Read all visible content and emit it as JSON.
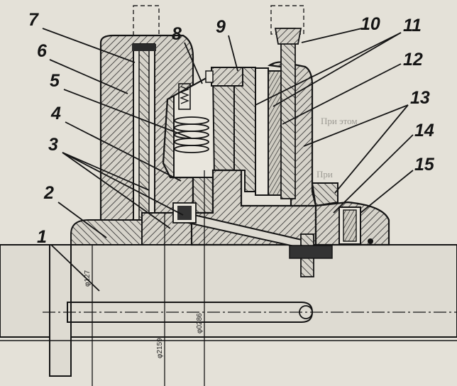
{
  "figure": {
    "callouts": [
      {
        "id": "1",
        "label": "1"
      },
      {
        "id": "2",
        "label": "2"
      },
      {
        "id": "3",
        "label": "3"
      },
      {
        "id": "4",
        "label": "4"
      },
      {
        "id": "5",
        "label": "5"
      },
      {
        "id": "6",
        "label": "6"
      },
      {
        "id": "7",
        "label": "7"
      },
      {
        "id": "8",
        "label": "8"
      },
      {
        "id": "9",
        "label": "9"
      },
      {
        "id": "10",
        "label": "10"
      },
      {
        "id": "11",
        "label": "11"
      },
      {
        "id": "12",
        "label": "12"
      },
      {
        "id": "13",
        "label": "13"
      },
      {
        "id": "14",
        "label": "14"
      },
      {
        "id": "15",
        "label": "15"
      }
    ],
    "dimensions": [
      {
        "id": "d127",
        "label": "φ127"
      },
      {
        "id": "d159",
        "label": "φ2159"
      },
      {
        "id": "d286",
        "label": "φ0286"
      }
    ]
  },
  "background_text": {
    "lines": [
      {
        "text": "При этом"
      },
      {
        "text": "При"
      }
    ]
  },
  "colors": {
    "ink": "#151515",
    "paper": "#e4e1d8",
    "hatch": "#2a2a2a"
  }
}
